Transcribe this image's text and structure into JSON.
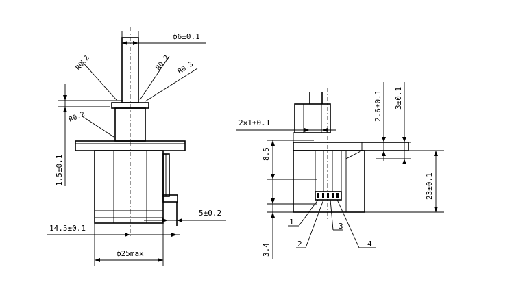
{
  "dimensions": {
    "shaft_diameter": "ф6±0.1",
    "radius_a": "R0.2",
    "radius_b": "R0.2",
    "radius_c": "R0.3",
    "radius_d": "R0.2",
    "flange_height": "1.5±0.1",
    "pin_length": "5±0.2",
    "left_height": "14.5±0.1",
    "body_diameter": "ф25max",
    "shaft_width": "2×1±0.1",
    "height_8_5": "8.5",
    "height_2_6": "2.6±0.1",
    "height_3": "3±0.1",
    "height_23": "23±0.1",
    "height_3_4": "3.4"
  },
  "callouts": [
    "1",
    "2",
    "3",
    "4"
  ]
}
